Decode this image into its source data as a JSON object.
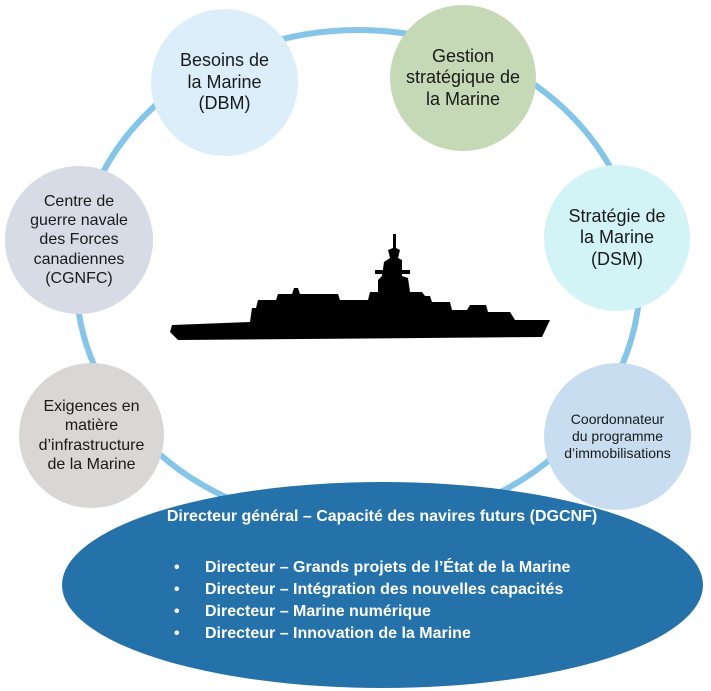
{
  "nodes": {
    "dbm": {
      "label": "Besoins de\nla Marine\n(DBM)",
      "color": "#dbeef9"
    },
    "gsm": {
      "label": "Gestion\nstratégique de\nla Marine",
      "color": "#c5d9b6"
    },
    "cgnfc": {
      "label": "Centre de\nguerre navale\ndes Forces\ncanadiennes\n(CGNFC)",
      "color": "#d7dbe6"
    },
    "dsm": {
      "label": "Stratégie de\nla Marine\n(DSM)",
      "color": "#d3f4f6"
    },
    "exig": {
      "label": "Exigences en\nmatière\nd’infrastructure\nde la Marine",
      "color": "#d9d6d6"
    },
    "coord": {
      "label": "Coordonnateur\ndu programme\nd’immobilisations",
      "color": "#c9ddf0"
    }
  },
  "dgcnf": {
    "title": "Directeur général – Capacité des navires futurs (DGCNF)",
    "color": "#2571a9",
    "bullet": "•",
    "items": [
      "Directeur – Grands projets de l’État de la Marine",
      "Directeur – Intégration des nouvelles capacités",
      "Directeur – Marine numérique",
      "Directeur – Innovation de la Marine"
    ]
  },
  "ring": {
    "color": "#85c5e8"
  },
  "ship": {
    "icon": "warship-silhouette-icon",
    "color": "#000000"
  }
}
